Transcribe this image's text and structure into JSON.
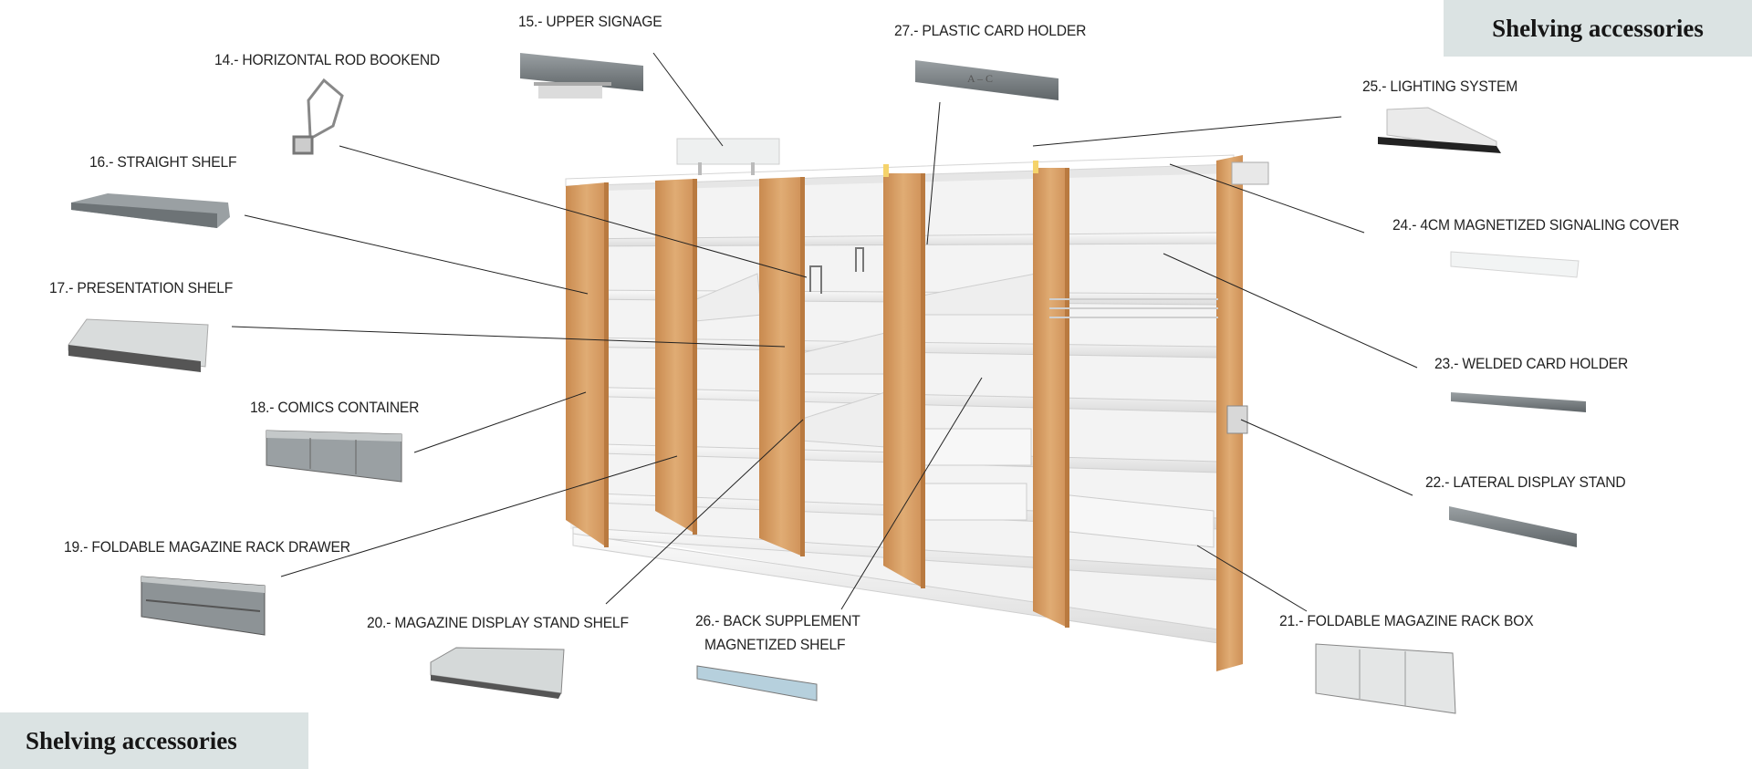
{
  "title": "Shelving accessories",
  "labels": {
    "l14": "14.- HORIZONTAL ROD BOOKEND",
    "l15": "15.- UPPER SIGNAGE",
    "l16": "16.- STRAIGHT SHELF",
    "l17": "17.- PRESENTATION SHELF",
    "l18": "18.- COMICS CONTAINER",
    "l19": "19.- FOLDABLE MAGAZINE RACK DRAWER",
    "l20": "20.- MAGAZINE DISPLAY STAND SHELF",
    "l21": "21.- FOLDABLE MAGAZINE RACK BOX",
    "l22": "22.- LATERAL DISPLAY STAND",
    "l23": "23.- WELDED CARD HOLDER",
    "l24": "24.- 4CM MAGNETIZED SIGNALING COVER",
    "l25": "25.- LIGHTING SYSTEM",
    "l26a": "26.- BACK SUPPLEMENT",
    "l26b": "MAGNETIZED SHELF",
    "l27": "27.- PLASTIC CARD HOLDER"
  },
  "card_holder_text": "A – C",
  "colors": {
    "wood": "#d9a26a",
    "panel": "#f2f2f2",
    "metal": "#8a9093",
    "title_bg": "#dbe3e3"
  }
}
